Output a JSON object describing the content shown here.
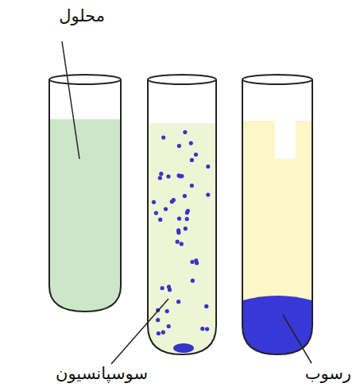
{
  "diagram": {
    "labels": [
      "محلول",
      "سوسپانسیون",
      "رسوب"
    ]
  }
}
